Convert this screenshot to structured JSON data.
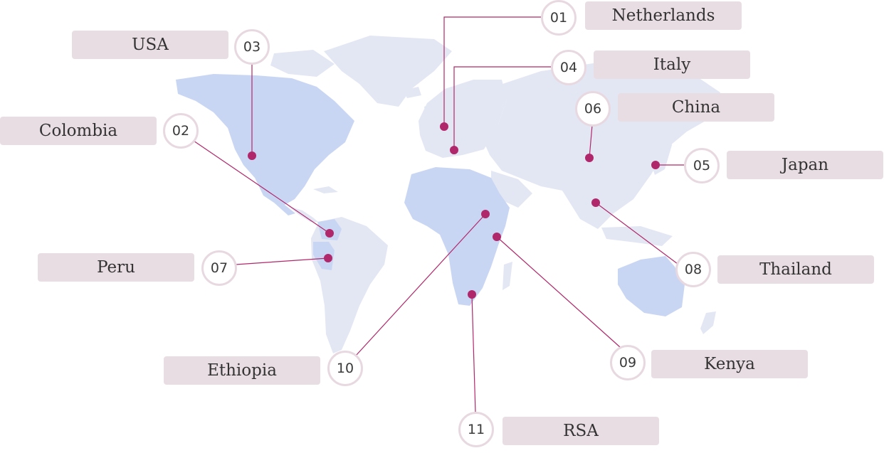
{
  "colors": {
    "accent": "#b0286b",
    "label_bg": "#e9dde4",
    "badge_border": "#e8d9e1",
    "land_highlight": "#c9d6f3",
    "land_other": "#e3e7f3"
  },
  "markers": [
    {
      "num": "01",
      "country": "Netherlands"
    },
    {
      "num": "02",
      "country": "Colombia"
    },
    {
      "num": "03",
      "country": "USA"
    },
    {
      "num": "04",
      "country": "Italy"
    },
    {
      "num": "05",
      "country": "Japan"
    },
    {
      "num": "06",
      "country": "China"
    },
    {
      "num": "07",
      "country": "Peru"
    },
    {
      "num": "08",
      "country": "Thailand"
    },
    {
      "num": "09",
      "country": "Kenya"
    },
    {
      "num": "10",
      "country": "Ethiopia"
    },
    {
      "num": "11",
      "country": "RSA"
    }
  ]
}
